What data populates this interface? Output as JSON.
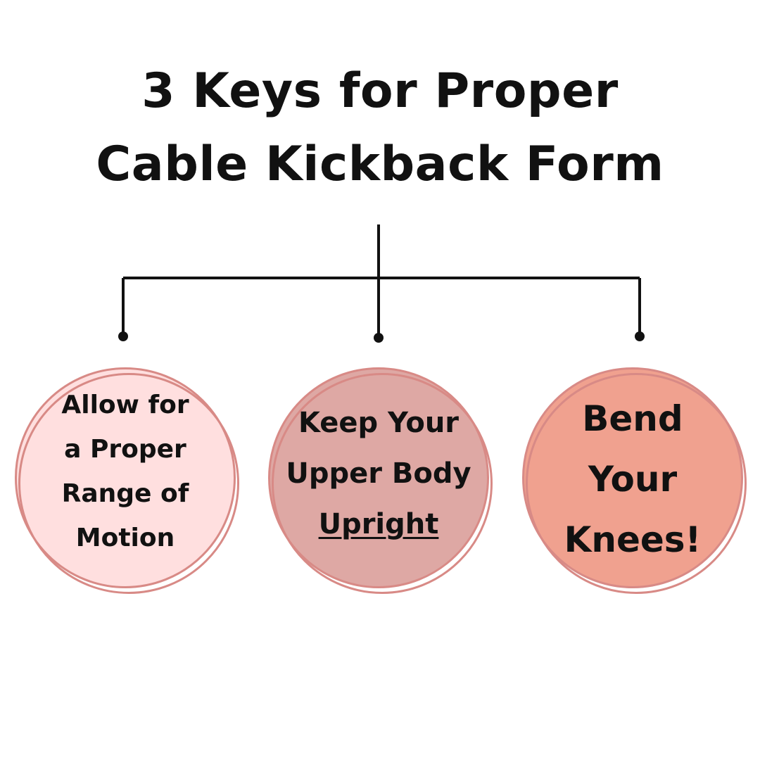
{
  "title": {
    "line_1": "3 Keys for Proper",
    "line_2": "Cable Kickback Form"
  },
  "keys": [
    {
      "lines": [
        "Allow for",
        "a Proper",
        "Range of",
        "Motion"
      ],
      "fill": "#ffdfdf",
      "border": "#d88a86"
    },
    {
      "lines": [
        "Keep Your",
        "Upper Body",
        "Upright"
      ],
      "underlined_line": "Upright",
      "fill": "#dea8a4",
      "border": "#d88a86"
    },
    {
      "lines": [
        "Bend",
        "Your",
        "Knees!"
      ],
      "fill": "#f0a18f",
      "border": "#d88a86"
    }
  ],
  "colors": {
    "text": "#111111",
    "connector": "#111111",
    "background": "#ffffff"
  }
}
